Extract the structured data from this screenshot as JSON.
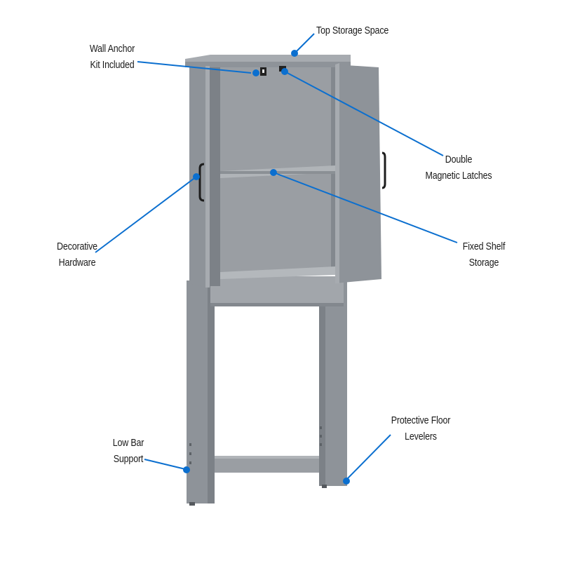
{
  "colors": {
    "accent": "#0b6fcf",
    "cabinet": "#8e9399",
    "cabinet_dark": "#6f757b",
    "cabinet_light": "#a7abb0",
    "interior": "#9a9ea3",
    "handle": "#1d1d1d"
  },
  "callouts": {
    "top_storage": {
      "lines": [
        "Top Storage Space"
      ]
    },
    "wall_anchor": {
      "lines": [
        "Wall Anchor",
        "Kit Included"
      ]
    },
    "magnetic_latches": {
      "lines": [
        "Double",
        "Magnetic Latches"
      ]
    },
    "hardware": {
      "lines": [
        "Decorative",
        "Hardware"
      ]
    },
    "fixed_shelf": {
      "lines": [
        "Fixed Shelf",
        "Storage"
      ]
    },
    "low_bar": {
      "lines": [
        "Low Bar",
        "Support"
      ]
    },
    "floor_levelers": {
      "lines": [
        "Protective Floor",
        "Levelers"
      ]
    }
  }
}
